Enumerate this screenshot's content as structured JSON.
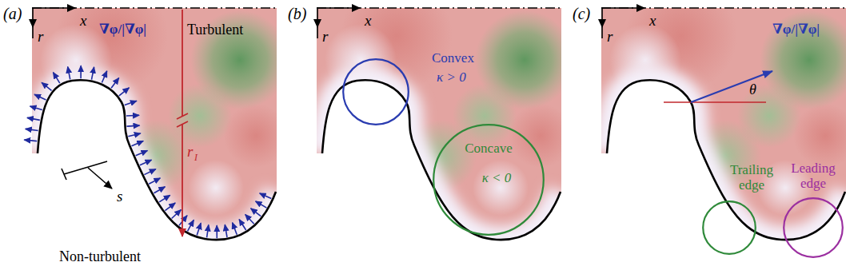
{
  "diagram": {
    "nodes": [
      {
        "text": [
          "Convex",
          "κ > 0"
        ]
      },
      {
        "text": [
          "Concave",
          "κ < 0"
        ]
      },
      {
        "text": [
          "Trailing edge"
        ]
      },
      {
        "text": [
          "Leading edge"
        ]
      }
    ],
    "labels": [
      "(a)",
      "x",
      "r",
      "∇φ/|∇φ|",
      "Turbulent",
      "r",
      "I",
      "s",
      "Non-turbulent",
      "(b)",
      "x",
      "r",
      "(c)",
      "x",
      "r",
      "∇φ/|∇φ|",
      "θ"
    ]
  }
}
